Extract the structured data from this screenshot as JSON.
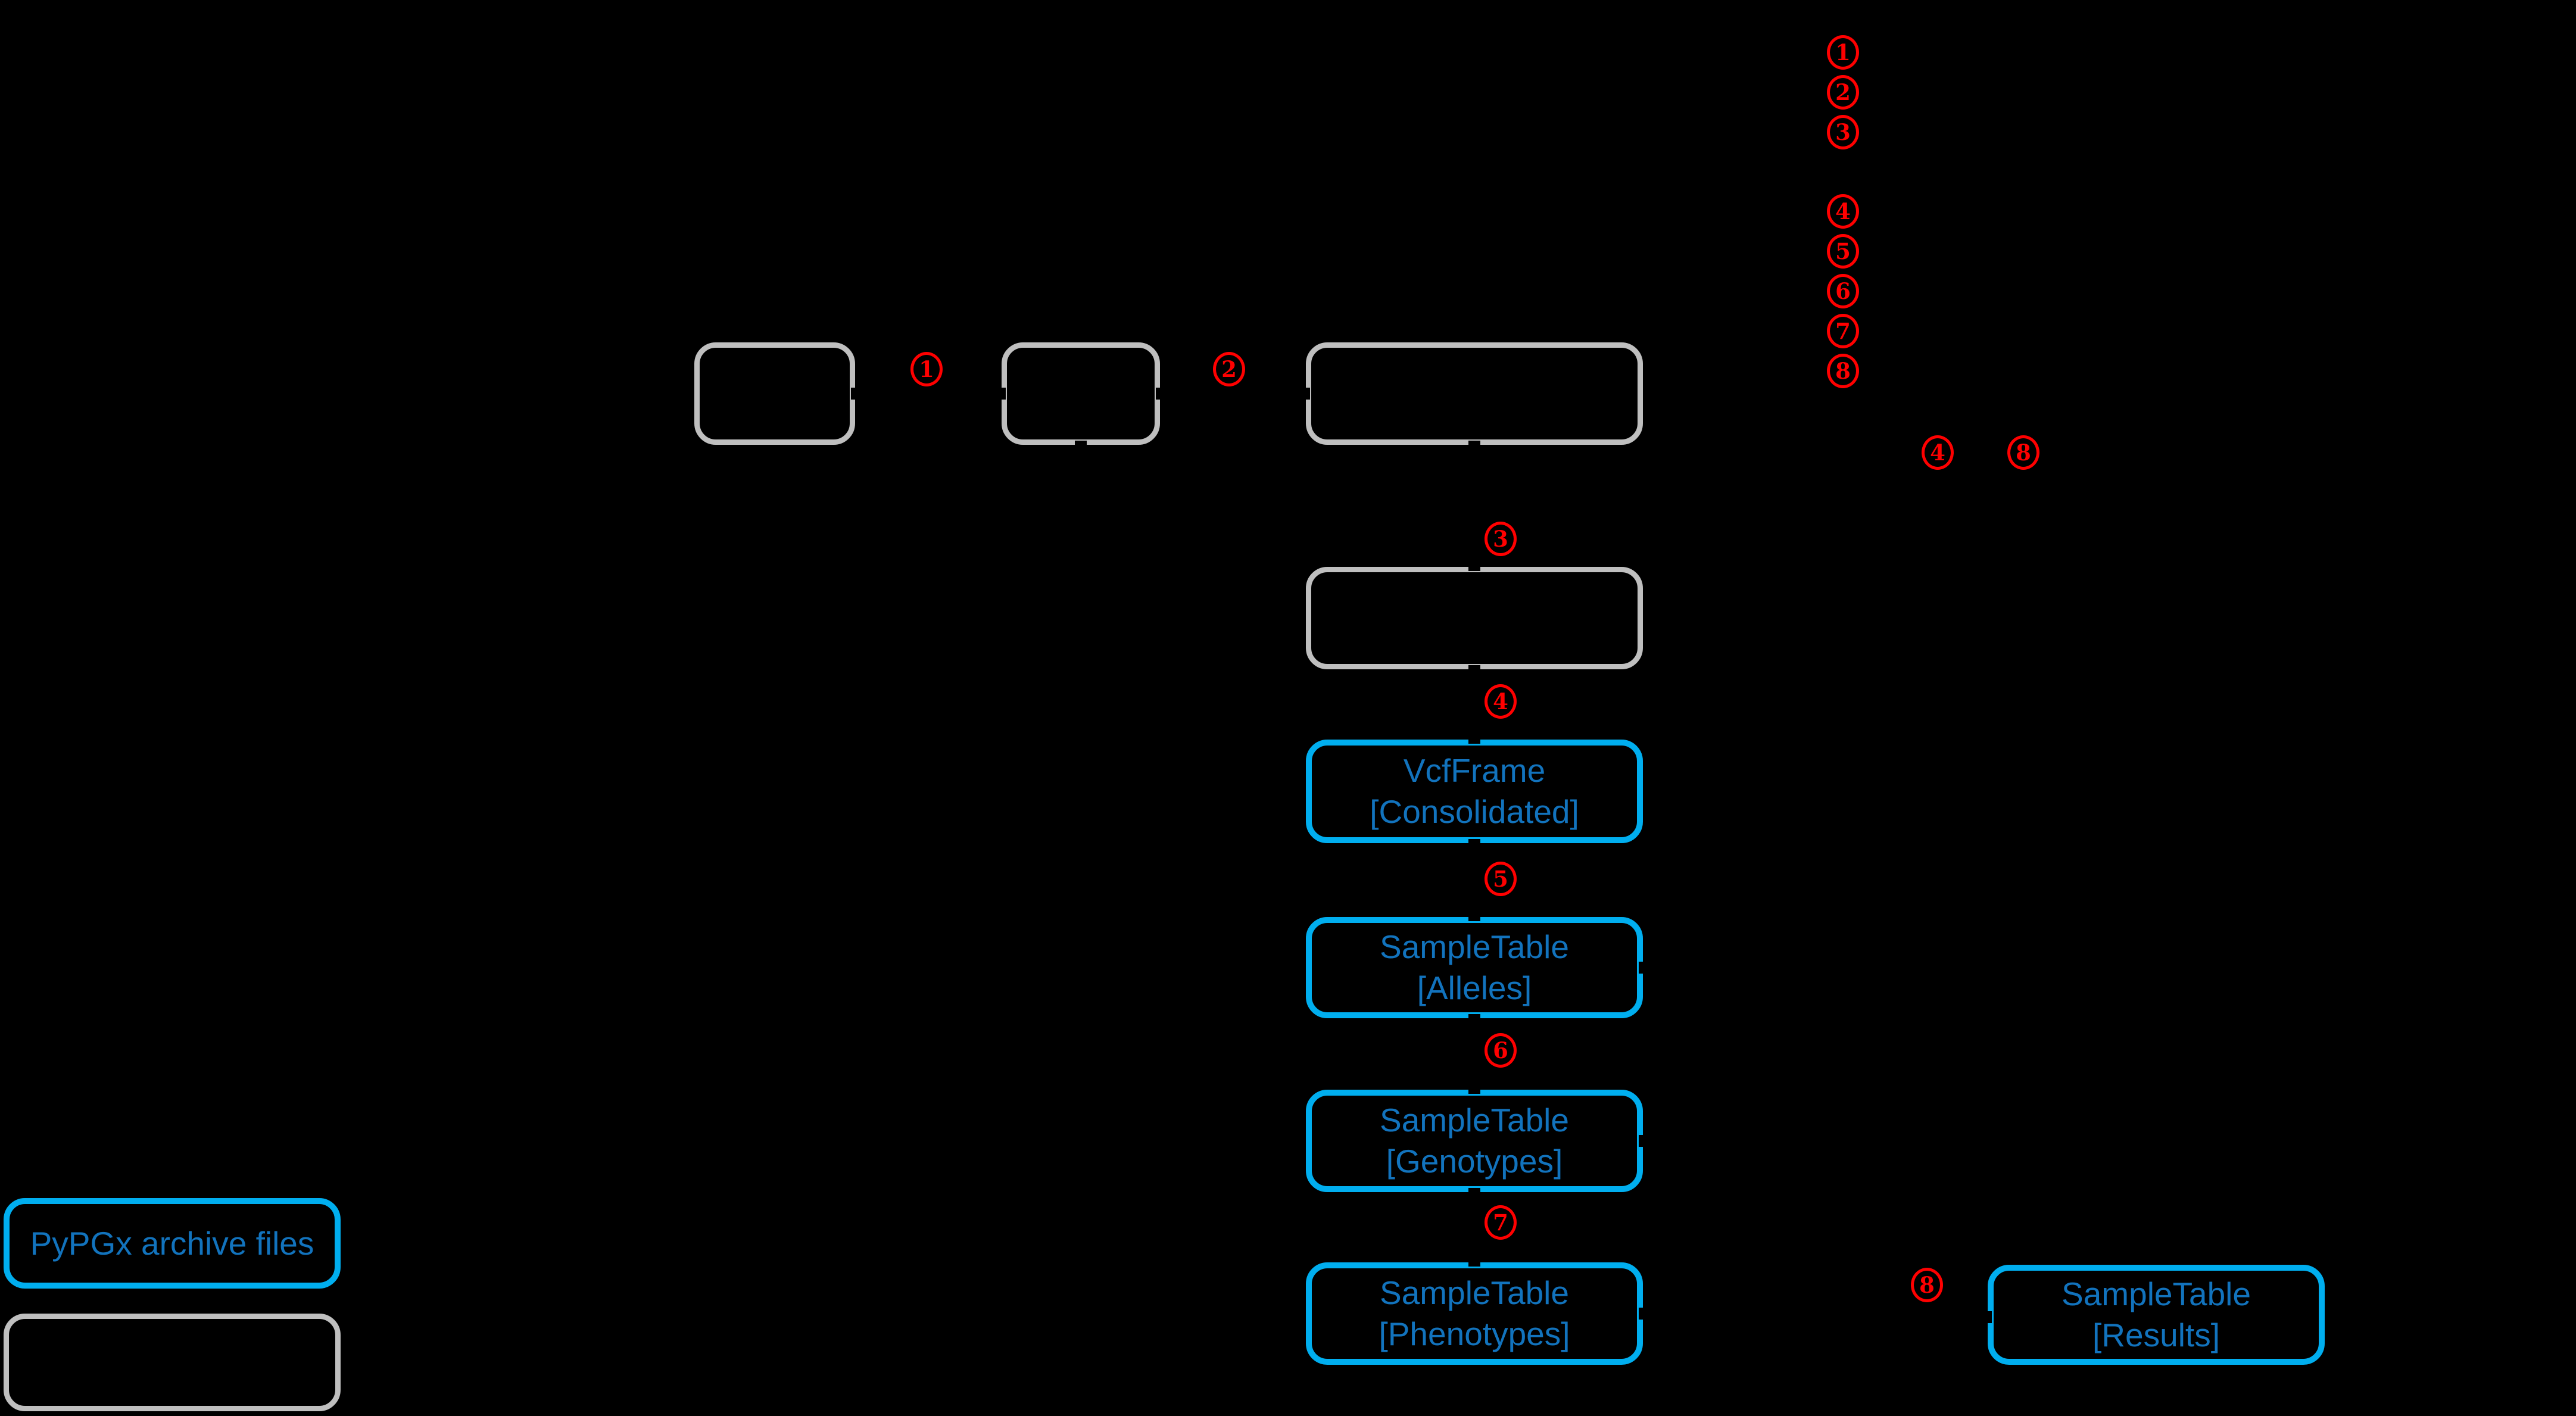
{
  "colors": {
    "background": "#000000",
    "gray_box_border": "#BFBFBF",
    "blue_box_border": "#00AEEF",
    "blue_text": "#1273BD",
    "step_number_red": "#FF0000"
  },
  "steps": [
    "1",
    "2",
    "3",
    "4",
    "5",
    "6",
    "7",
    "8"
  ],
  "note_steps": [
    "4",
    "8"
  ],
  "nodes": {
    "vcfframe_consolidated": {
      "line1": "VcfFrame",
      "line2": "[Consolidated]"
    },
    "sampletable_alleles": {
      "line1": "SampleTable",
      "line2": "[Alleles]"
    },
    "sampletable_genotypes": {
      "line1": "SampleTable",
      "line2": "[Genotypes]"
    },
    "sampletable_phenotypes": {
      "line1": "SampleTable",
      "line2": "[Phenotypes]"
    },
    "sampletable_results": {
      "line1": "SampleTable",
      "line2": "[Results]"
    }
  },
  "legend": {
    "pypgx_archive_files": "PyPGx archive files"
  },
  "unlabeled_gray_box_count": 5
}
